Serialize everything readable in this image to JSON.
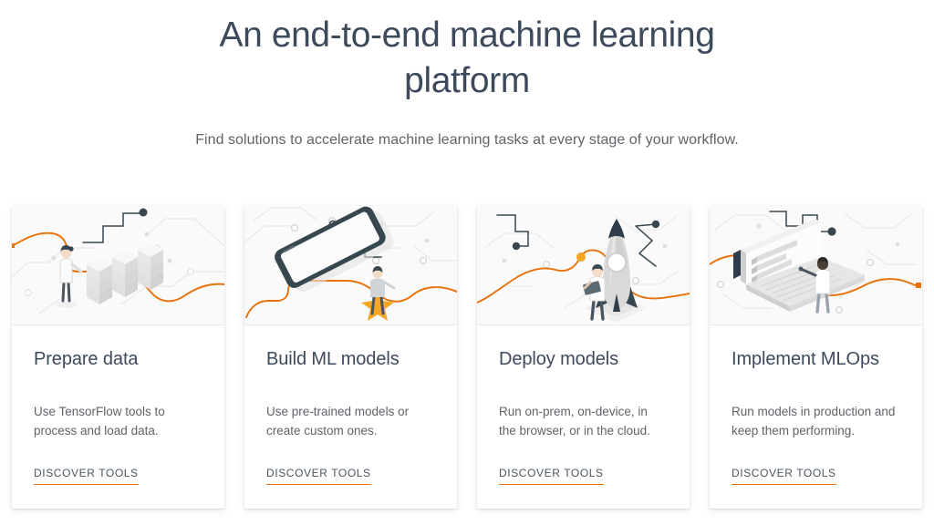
{
  "hero": {
    "title": "An end-to-end machine learning platform",
    "subtitle": "Find solutions to accelerate machine learning tasks at every stage of your workflow."
  },
  "colors": {
    "heading": "#3d4a5c",
    "body_text": "#5f6368",
    "accent_orange": "#e8710a",
    "card_background": "#ffffff",
    "illustration_background": "#fafafa",
    "page_background": "#ffffff",
    "link_text": "#4a5561",
    "illustration_dark": "#37474f",
    "illustration_gray": "#d8d8d8"
  },
  "cards": [
    {
      "illustration_name": "data-cubes-illustration",
      "title": "Prepare data",
      "description": "Use TensorFlow tools to process and load data.",
      "link_label": "DISCOVER TOOLS"
    },
    {
      "illustration_name": "mobile-device-illustration",
      "title": "Build ML models",
      "description": "Use pre-trained models or create custom ones.",
      "link_label": "DISCOVER TOOLS"
    },
    {
      "illustration_name": "rocket-launch-illustration",
      "title": "Deploy models",
      "description": "Run on-prem, on-device, in the browser, or in the cloud.",
      "link_label": "DISCOVER TOOLS"
    },
    {
      "illustration_name": "laptop-dashboard-illustration",
      "title": "Implement MLOps",
      "description": "Run models in production and keep them performing.",
      "link_label": "DISCOVER TOOLS"
    }
  ]
}
